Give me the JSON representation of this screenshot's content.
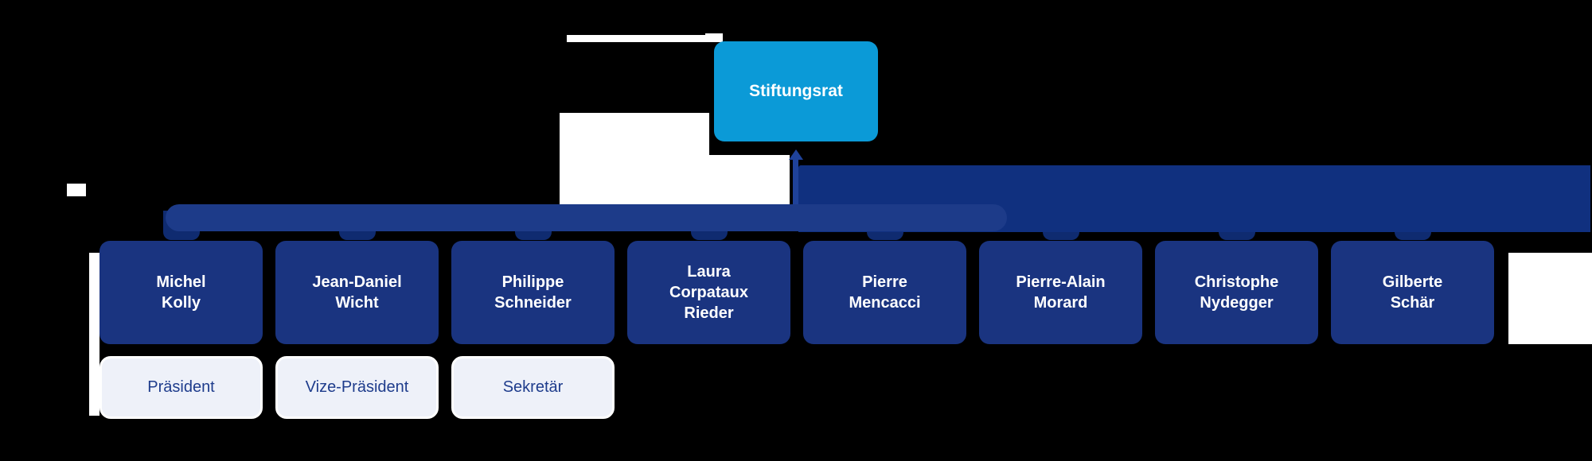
{
  "org_chart": {
    "root": {
      "label": "Stiftungsrat"
    },
    "members": [
      {
        "name": "Michel\nKolly"
      },
      {
        "name": "Jean-Daniel\nWicht"
      },
      {
        "name": "Philippe\nSchneider"
      },
      {
        "name": "Laura\nCorpataux\nRieder"
      },
      {
        "name": "Pierre\nMencacci"
      },
      {
        "name": "Pierre-Alain\nMorard"
      },
      {
        "name": "Christophe\nNydegger"
      },
      {
        "name": "Gilberte\nSchär"
      }
    ],
    "roles": [
      {
        "label": "Präsident"
      },
      {
        "label": "Vize-Präsident"
      },
      {
        "label": "Sekretär"
      }
    ],
    "colors": {
      "background": "#000000",
      "root_box": "#0b9ad7",
      "member_box": "#1a3480",
      "connector_band": "#10307f",
      "connector_bar": "#1d3b89",
      "connector_stub": "#0f2b70",
      "role_box_bg": "#eef1f9",
      "role_text": "#1e3c8c",
      "text_on_blue": "#ffffff",
      "artifact_patch": "#ffffff"
    }
  }
}
